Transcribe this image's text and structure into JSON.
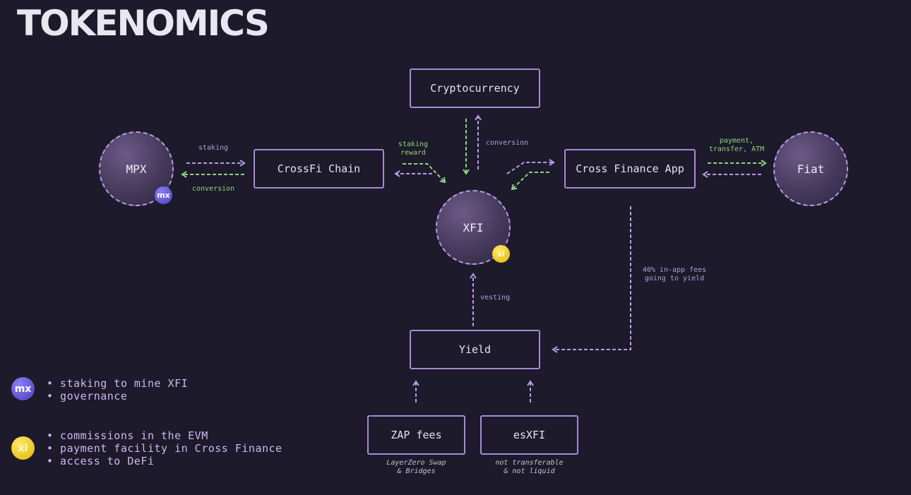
{
  "title": "TOKENOMICS",
  "nodes": {
    "cryptocurrency": "Cryptocurrency",
    "crossfi_chain": "CrossFi Chain",
    "cross_finance_app": "Cross Finance App",
    "yield": "Yield",
    "zap_fees": "ZAP fees",
    "esxfi": "esXFI",
    "mpx": "MPX",
    "xfi": "XFI",
    "fiat": "Fiat"
  },
  "badges": {
    "mx": "mx",
    "xi": "xi"
  },
  "edge_labels": {
    "staking": "staking",
    "conversion_left": "conversion",
    "staking_reward_1": "staking",
    "staking_reward_2": "reward",
    "conversion_top": "conversion",
    "payment_1": "payment,",
    "payment_2": "transfer, ATM",
    "vesting": "vesting",
    "fees_1": "40% in-app fees",
    "fees_2": "going to yield"
  },
  "notes": {
    "zap_1": "LayerZero Swap",
    "zap_2": "& Bridges",
    "esxfi_1": "not transferable",
    "esxfi_2": "& not liquid"
  },
  "legend": {
    "mpx": [
      "• staking to mine XFI",
      "• governance"
    ],
    "xfi": [
      "• commissions in the EVM",
      "• payment facility in Cross Finance",
      "• access to DeFi"
    ]
  },
  "colors": {
    "purple_arrow": "#b99ae6",
    "green_arrow": "#8fd47a",
    "background": "#1c1a2b"
  }
}
